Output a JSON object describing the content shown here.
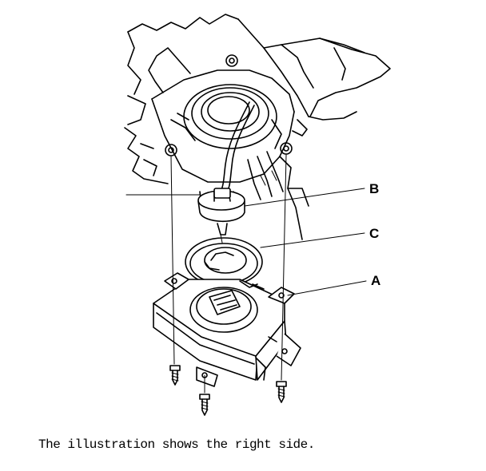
{
  "callouts": {
    "a": "A",
    "b": "B",
    "c": "C"
  },
  "caption": "The illustration shows the right side.",
  "colors": {
    "line": "#000000",
    "background": "#ffffff"
  }
}
